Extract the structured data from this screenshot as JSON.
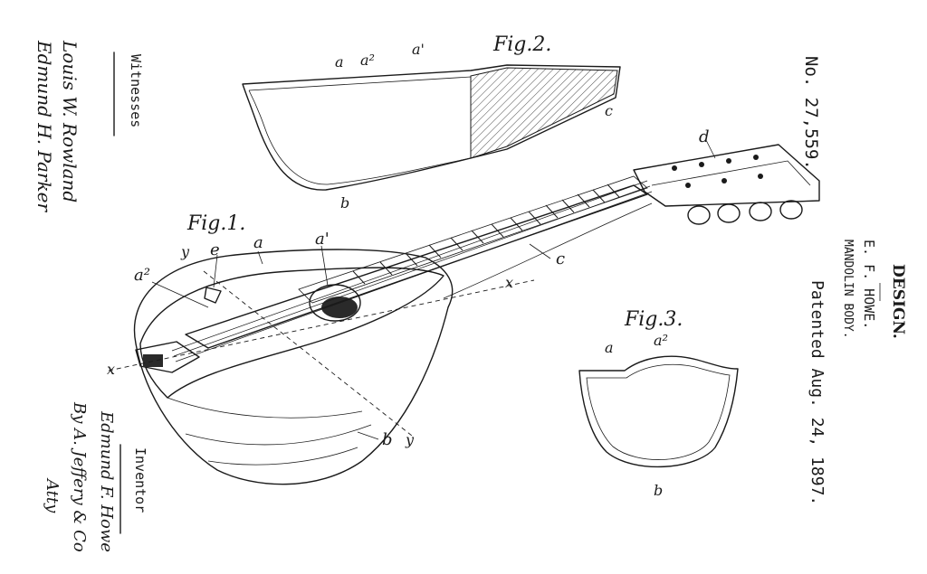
{
  "header": {
    "patent_number": "No. 27,559.",
    "design": "DESIGN.",
    "inventor": "E. F. HOWE.",
    "title": "MANDOLIN BODY.",
    "patented": "Patented Aug. 24, 1897."
  },
  "figures": {
    "fig1": "Fig.1.",
    "fig2": "Fig.2.",
    "fig3": "Fig.3."
  },
  "labels": {
    "a": "a",
    "a1": "a'",
    "a2": "a²",
    "b": "b",
    "c": "c",
    "d": "d",
    "e": "e",
    "x": "x",
    "y": "y"
  },
  "signatures": {
    "witnesses_heading": "Witnesses",
    "inventor_heading": "Inventor",
    "witness_1": "Louis W. Rowland",
    "witness_2": "Edmund H. Parker",
    "inventor_name": "Edmund F. Howe",
    "attorney_line": "By A. Jeffery & Co",
    "attorney": "Atty"
  }
}
